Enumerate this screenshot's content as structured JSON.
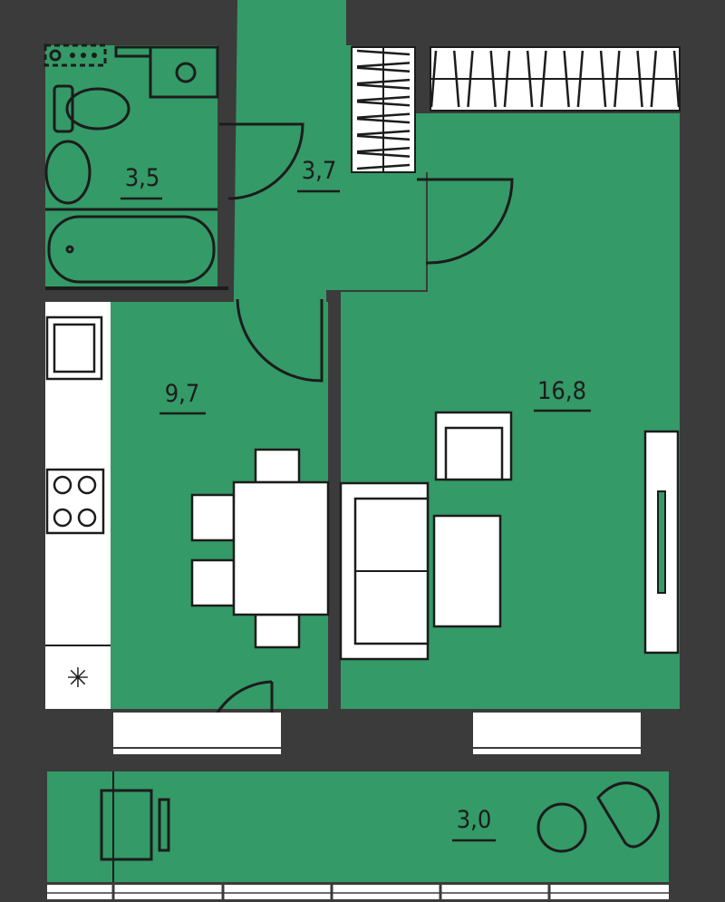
{
  "plan": {
    "colors": {
      "room": "#349a67",
      "wall": "#3b3b3b",
      "furniture": "#ffffff"
    },
    "rooms": [
      {
        "name": "bathroom",
        "area": "3,5"
      },
      {
        "name": "hallway",
        "area": "3,7"
      },
      {
        "name": "kitchen",
        "area": "9,7"
      },
      {
        "name": "living-room",
        "area": "16,8"
      },
      {
        "name": "balcony",
        "area": "3,0"
      }
    ]
  }
}
